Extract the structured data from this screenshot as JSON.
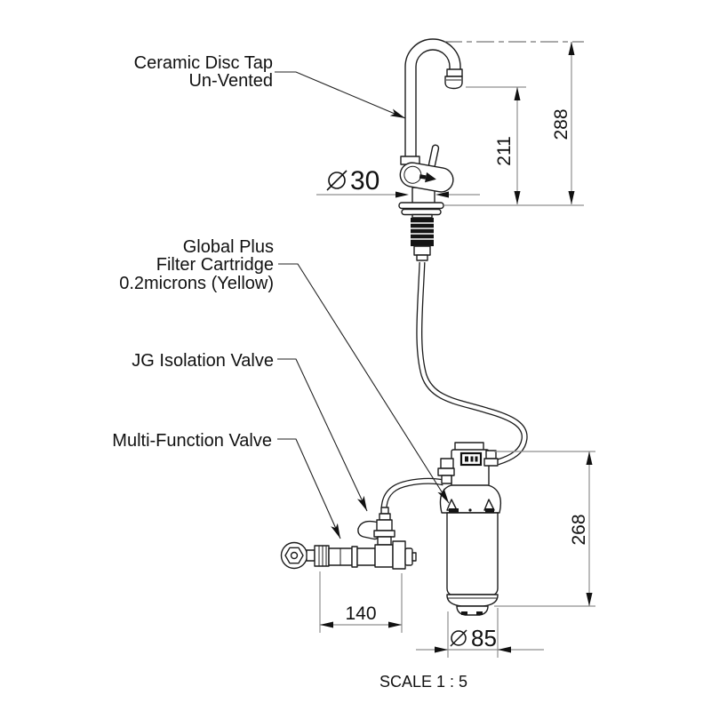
{
  "drawing": {
    "labels": {
      "tap_line1": "Ceramic Disc Tap",
      "tap_line2": "Un-Vented",
      "filter_line1": "Global Plus",
      "filter_line2": "Filter Cartridge",
      "filter_line3": "0.2microns (Yellow)",
      "isolation_valve": "JG Isolation Valve",
      "multi_function_valve": "Multi-Function Valve"
    },
    "dimensions": {
      "tap_base_diameter": {
        "symbol": "⌀",
        "value": "30"
      },
      "spout_outlet_height": "211",
      "tap_overall_height": "288",
      "filter_overall_height": "268",
      "valve_assembly_length": "140",
      "filter_diameter": {
        "symbol": "⌀",
        "value": "85"
      }
    },
    "scale_note": "SCALE 1 : 5",
    "colors": {
      "drawing_line": "#1c1c1c",
      "dimension_line": "#8f8f8f",
      "background": "#ffffff"
    }
  }
}
